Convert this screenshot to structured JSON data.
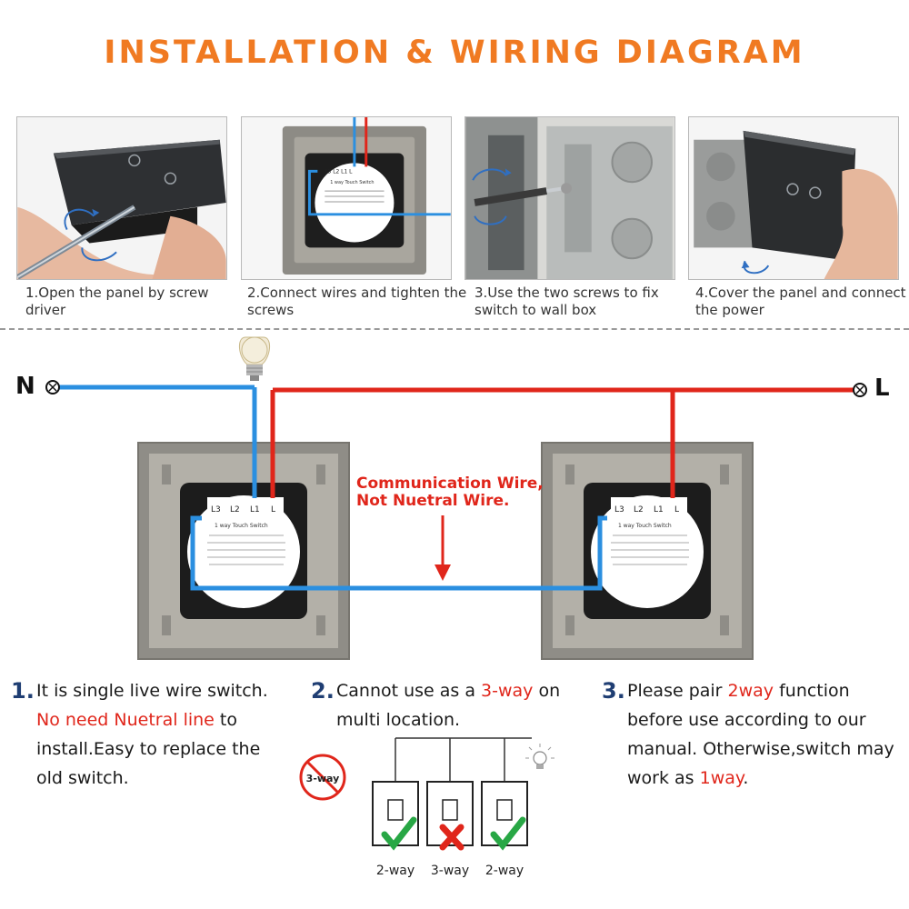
{
  "title": "INSTALLATION & WIRING DIAGRAM",
  "steps": [
    {
      "caption": "1.Open the panel by screw driver"
    },
    {
      "caption": "2.Connect wires and tighten the screws"
    },
    {
      "caption": "3.Use the two screws to fix switch to wall box"
    },
    {
      "caption": "4.Cover the panel and connect the power"
    }
  ],
  "wiring": {
    "neutral_label": "N",
    "live_label": "L",
    "comm_wire_line1": "Communication Wire,",
    "comm_wire_line2": "Not Nuetral Wire.",
    "terminal_labels": [
      "L3",
      "L2",
      "L1",
      "L"
    ],
    "module_title": "1 way Touch Switch",
    "colors": {
      "neutral_wire": "#2b8fe0",
      "live_wire": "#e0261b",
      "title": "#f07a22"
    }
  },
  "notes": [
    {
      "number": "1.",
      "parts": [
        {
          "text": "It is single live wire switch. "
        },
        {
          "text": "No need Nuetral line",
          "highlight": true
        },
        {
          "text": " to install.Easy to replace the old switch."
        }
      ]
    },
    {
      "number": "2.",
      "parts": [
        {
          "text": "Cannot use as a "
        },
        {
          "text": "3-way",
          "highlight": true
        },
        {
          "text": " on multi location."
        }
      ]
    },
    {
      "number": "3.",
      "parts": [
        {
          "text": "Please pair "
        },
        {
          "text": "2way",
          "highlight": true
        },
        {
          "text": " function before use according to our manual. Otherwise,switch may work as "
        },
        {
          "text": "1way",
          "highlight": true
        },
        {
          "text": "."
        }
      ]
    }
  ],
  "three_way": {
    "badge": "3-way",
    "switch_labels": [
      "2-way",
      "3-way",
      "2-way"
    ]
  }
}
